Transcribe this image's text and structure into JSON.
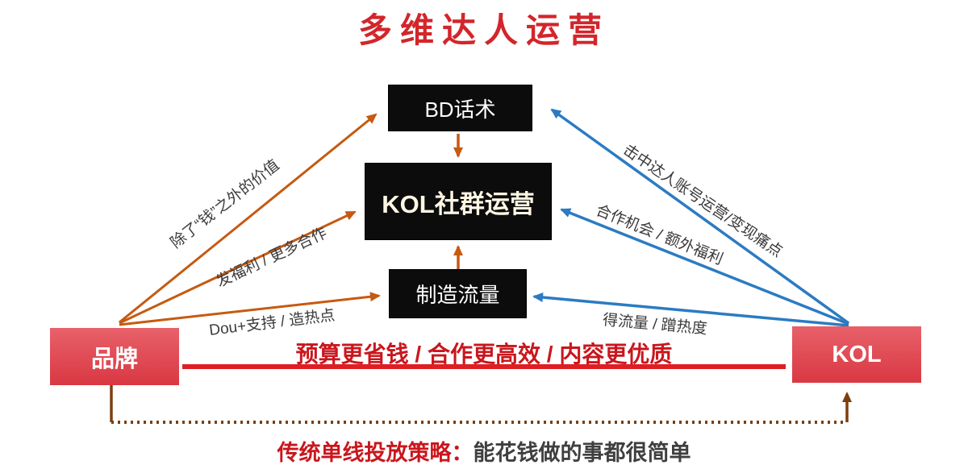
{
  "title": "多维达人运营",
  "nodes": {
    "bd_script": "BD话术",
    "kol_community_ops": "KOL社群运营",
    "make_traffic": "制造流量",
    "brand": "品牌",
    "kol": "KOL"
  },
  "edges": {
    "brand": [
      {
        "from": "品牌",
        "to": "BD话术",
        "label": "除了“钱”之外的价值"
      },
      {
        "from": "品牌",
        "to": "KOL社群运营",
        "label": "发福利 / 更多合作"
      },
      {
        "from": "品牌",
        "to": "制造流量",
        "label": "Dou+支持 / 造热点"
      }
    ],
    "kol": [
      {
        "from": "KOL",
        "to": "BD话术",
        "label": "击中达人账号运营/变现痛点"
      },
      {
        "from": "KOL",
        "to": "KOL社群运营",
        "label": "合作机会 / 额外福利"
      },
      {
        "from": "KOL",
        "to": "制造流量",
        "label": "得流量 / 蹭热度"
      }
    ],
    "internal": [
      {
        "from": "BD话术",
        "to": "KOL社群运营"
      },
      {
        "from": "制造流量",
        "to": "KOL社群运营"
      }
    ]
  },
  "benefit_banner": "预算更省钱 / 合作更高效 / 内容更优质",
  "bottom_note": {
    "label": "传统单线投放策略：",
    "text": "能花钱做的事都很简单"
  },
  "colors": {
    "title_red": "#D2262B",
    "node_black": "#0c0c0c",
    "entity_red_top": "#E8616A",
    "entity_red_bottom": "#D93842",
    "arrow_orange": "#C55A11",
    "arrow_blue": "#2B7BC2",
    "connector_brown": "#7B3F10",
    "banner_red": "#C9161D",
    "divider_red": "#DF1E24",
    "label_gray": "#3A3A3A"
  }
}
